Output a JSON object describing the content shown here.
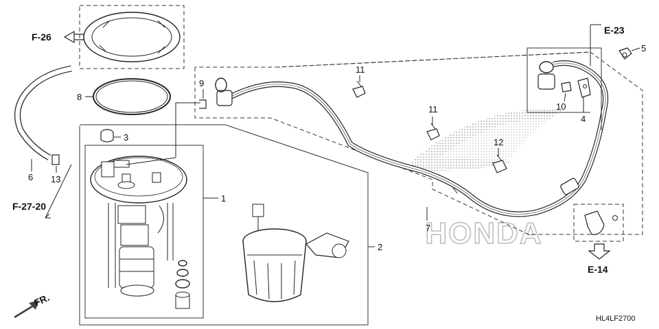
{
  "diagram_code": "HL4LF2700",
  "refs": {
    "f26": "F-26",
    "f2720": "F-27-20",
    "e23": "E-23",
    "e14": "E-14",
    "fr": "FR."
  },
  "parts": {
    "p1": "1",
    "p2": "2",
    "p3": "3",
    "p4": "4",
    "p5": "5",
    "p6": "6",
    "p7": "7",
    "p8": "8",
    "p9": "9",
    "p10": "10",
    "p11a": "11",
    "p11b": "11",
    "p12": "12",
    "p13": "13"
  },
  "watermark": {
    "text": "HONDA"
  }
}
